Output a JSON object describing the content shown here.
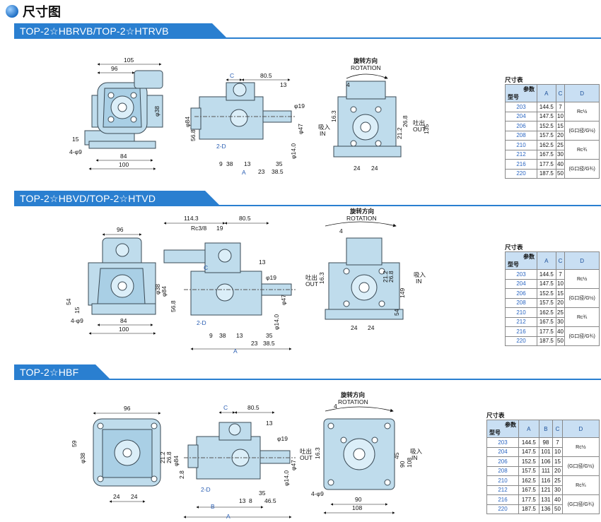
{
  "page": {
    "title": "尺寸图"
  },
  "colors": {
    "band": "#2a7fd0",
    "band_light": "#6fb2ee",
    "pump_body": "#bfdcec",
    "pump_stroke": "#3a4a55",
    "table_header": "#c9dff3"
  },
  "sections": [
    {
      "band_label": "TOP-2☆HBRVB/TOP-2☆HTRVB",
      "rotation_cn": "旋转方向",
      "rotation_en": "ROTATION",
      "labels": {
        "dim_105": "105",
        "dim_96": "96",
        "dim_84": "84",
        "dim_100": "100",
        "dim_15": "15",
        "dim_4phi9": "4-φ9",
        "dim_phi38": "φ38",
        "dim_C": "C",
        "dim_80_5": "80.5",
        "dim_13": "13",
        "dim_phi19": "φ19",
        "dim_phi84": "φ84",
        "dim_56_8": "56.8",
        "dim_2D": "2-D",
        "dim_9": "9",
        "dim_38": "38",
        "dim_13b": "13",
        "dim_35": "35",
        "dim_23": "23",
        "dim_38_5": "38.5",
        "dim_A": "A",
        "dim_phi14": "φ14.0",
        "dim_phi47": "φ47",
        "dim_4hole": "4",
        "suck_cn": "吸入",
        "suck_en": "IN",
        "out_cn": "吐出",
        "out_en": "OUT",
        "dim_16_3": "16.3",
        "dim_21_2": "21.2",
        "dim_26_8": "26.8",
        "dim_135": "135",
        "dim_24a": "24",
        "dim_24b": "24"
      },
      "table": {
        "caption": "尺寸表",
        "corner_top": "参数",
        "corner_bottom": "型号",
        "headers": [
          "A",
          "C",
          "D"
        ],
        "rows": [
          {
            "model": "203",
            "A": "144.5",
            "C": "7"
          },
          {
            "model": "204",
            "A": "147.5",
            "C": "10"
          },
          {
            "model": "206",
            "A": "152.5",
            "C": "15"
          },
          {
            "model": "208",
            "A": "157.5",
            "C": "20"
          },
          {
            "model": "210",
            "A": "162.5",
            "C": "25"
          },
          {
            "model": "212",
            "A": "167.5",
            "C": "30"
          },
          {
            "model": "216",
            "A": "177.5",
            "C": "40"
          },
          {
            "model": "220",
            "A": "187.5",
            "C": "50"
          }
        ],
        "d_groups": [
          "Rc½",
          "(G口径/G½)",
          "Rc¾",
          "(G口径/G¾)"
        ]
      }
    },
    {
      "band_label": "TOP-2☆HBVD/TOP-2☆HTVD",
      "rotation_cn": "旋转方向",
      "rotation_en": "ROTATION",
      "labels": {
        "dim_96": "96",
        "dim_84": "84",
        "dim_100": "100",
        "dim_54": "54",
        "dim_15": "15",
        "dim_4phi9": "4-φ9",
        "dim_phi38": "φ38",
        "dim_114_3": "114.3",
        "dim_80_5": "80.5",
        "dim_rc38": "Rc3/8",
        "dim_19": "19",
        "dim_C": "C",
        "dim_13": "13",
        "dim_phi19": "φ19",
        "dim_phi84": "φ84",
        "dim_56_8": "56.8",
        "dim_2D": "2-D",
        "dim_9": "9",
        "dim_38": "38",
        "dim_13b": "13",
        "dim_35": "35",
        "dim_23": "23",
        "dim_38_5": "38.5",
        "dim_A": "A",
        "dim_phi14": "φ14.0",
        "dim_phi47": "φ47",
        "dim_4hole": "4",
        "out_cn": "吐出",
        "out_en": "OUT",
        "suck_cn": "吸入",
        "suck_en": "IN",
        "dim_16_3": "16.3",
        "dim_21_2": "21.2",
        "dim_26_8": "26.8",
        "dim_149": "149",
        "dim_54b": "54",
        "dim_24a": "24",
        "dim_24b": "24"
      },
      "table": {
        "caption": "尺寸表",
        "corner_top": "参数",
        "corner_bottom": "型号",
        "headers": [
          "A",
          "C",
          "D"
        ],
        "rows": [
          {
            "model": "203",
            "A": "144.5",
            "C": "7"
          },
          {
            "model": "204",
            "A": "147.5",
            "C": "10"
          },
          {
            "model": "206",
            "A": "152.5",
            "C": "15"
          },
          {
            "model": "208",
            "A": "157.5",
            "C": "20"
          },
          {
            "model": "210",
            "A": "162.5",
            "C": "25"
          },
          {
            "model": "212",
            "A": "167.5",
            "C": "30"
          },
          {
            "model": "216",
            "A": "177.5",
            "C": "40"
          },
          {
            "model": "220",
            "A": "187.5",
            "C": "50"
          }
        ],
        "d_groups": [
          "Rc½",
          "(G口径/G½)",
          "Rc¾",
          "(G口径/G¾)"
        ]
      }
    },
    {
      "band_label": "TOP-2☆HBF",
      "rotation_cn": "旋转方向",
      "rotation_en": "ROTATION",
      "labels": {
        "dim_96": "96",
        "dim_59": "59",
        "dim_phi38": "φ38",
        "dim_21_2": "21.2",
        "dim_26_8": "26.8",
        "dim_24a": "24",
        "dim_24b": "24",
        "dim_C": "C",
        "dim_80_5": "80.5",
        "dim_13": "13",
        "dim_phi19": "φ19",
        "dim_phi84": "φ84",
        "dim_2_8": "2.8",
        "dim_2D": "2-D",
        "dim_35": "35",
        "dim_13b": "13",
        "dim_8": "8",
        "dim_46_5": "46.5",
        "dim_B": "B",
        "dim_A": "A",
        "dim_phi14": "φ14.0",
        "dim_phi47": "φ47",
        "out_cn": "吐出",
        "out_en": "OUT",
        "suck_cn": "吸入",
        "suck_en": "IN",
        "dim_16_3": "16.3",
        "dim_45": "45",
        "dim_90": "90",
        "dim_108": "108",
        "dim_90b": "90",
        "dim_108b": "108",
        "dim_4phi9": "4-φ9",
        "dim_4hole": "4"
      },
      "table": {
        "caption": "尺寸表",
        "corner_top": "参数",
        "corner_bottom": "型号",
        "headers": [
          "A",
          "B",
          "C",
          "D"
        ],
        "rows": [
          {
            "model": "203",
            "A": "144.5",
            "B": "98",
            "C": "7"
          },
          {
            "model": "204",
            "A": "147.5",
            "B": "101",
            "C": "10"
          },
          {
            "model": "206",
            "A": "152.5",
            "B": "106",
            "C": "15"
          },
          {
            "model": "208",
            "A": "157.5",
            "B": "111",
            "C": "20"
          },
          {
            "model": "210",
            "A": "162.5",
            "B": "116",
            "C": "25"
          },
          {
            "model": "212",
            "A": "167.5",
            "B": "121",
            "C": "30"
          },
          {
            "model": "216",
            "A": "177.5",
            "B": "131",
            "C": "40"
          },
          {
            "model": "220",
            "A": "187.5",
            "B": "136",
            "C": "50"
          }
        ],
        "d_groups": [
          "Rc½",
          "(G口径/G½)",
          "Rc¾",
          "(G口径/G¾)"
        ]
      }
    }
  ]
}
